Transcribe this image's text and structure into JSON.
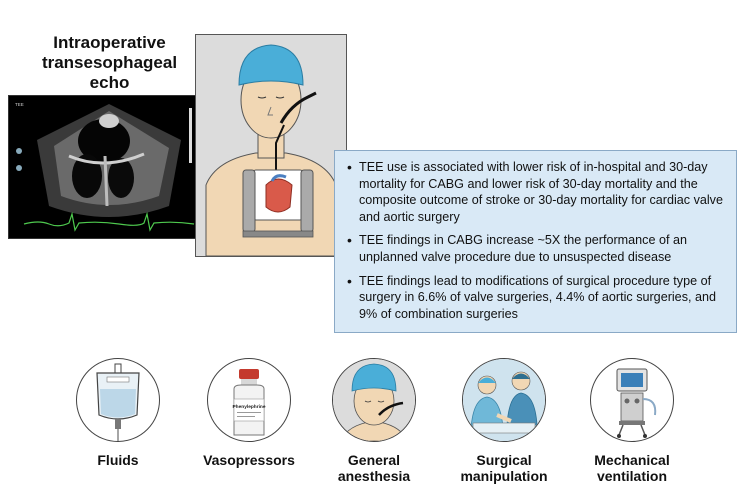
{
  "title": "Intraoperative transesophageal echo",
  "bullets": [
    "TEE use is associated with lower risk of in-hospital and 30-day mortality for CABG and lower risk of 30-day mortality and the composite outcome of stroke or 30-day mortality for cardiac valve and aortic surgery",
    "TEE findings in CABG increase ~5X the performance of an unplanned valve procedure due to unsuspected disease",
    "TEE findings lead to modifications of surgical procedure type of surgery in 6.6% of valve surgeries, 4.4% of aortic surgeries, and 9% of combination surgeries"
  ],
  "icons": [
    {
      "name": "fluids",
      "label": "Fluids",
      "icon": "iv-bag-icon"
    },
    {
      "name": "vasopressors",
      "label": "Vasopressors",
      "icon": "vial-icon"
    },
    {
      "name": "general-anesthesia",
      "label": "General anesthesia",
      "icon": "patient-head-icon"
    },
    {
      "name": "surgical-manipulation",
      "label": "Surgical manipulation",
      "icon": "surgeons-icon"
    },
    {
      "name": "mechanical-ventilation",
      "label": "Mechanical ventilation",
      "icon": "ventilator-icon"
    }
  ],
  "vial_label": "Phenylephrine",
  "colors": {
    "info_box": "#d9e9f6",
    "cap": "#4aaed8",
    "skin": "#f1d7b4",
    "panel": "#dcdcdc"
  }
}
